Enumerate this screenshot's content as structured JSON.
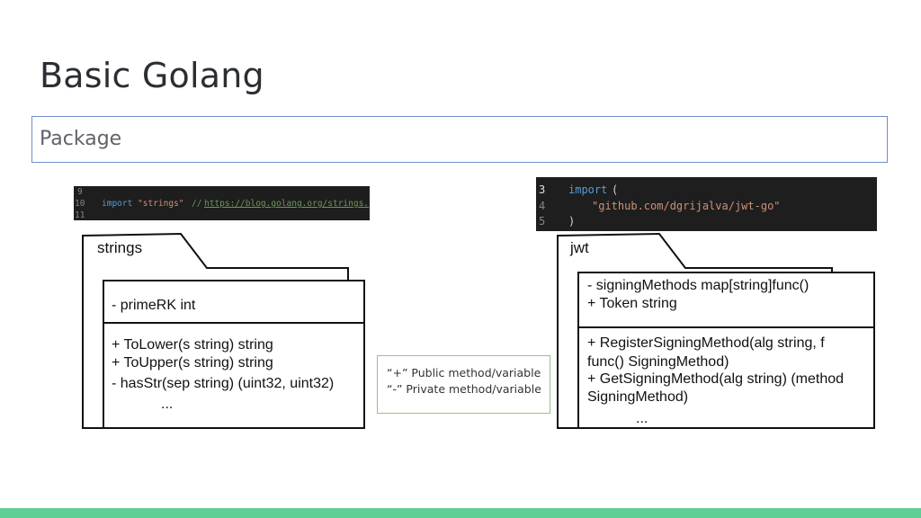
{
  "slide": {
    "title": "Basic Golang",
    "subtitle": "Package"
  },
  "code_left": {
    "lines": [
      {
        "num": "9",
        "text": ""
      },
      {
        "num": "10",
        "keyword": "import",
        "string": "\"strings\"",
        "comment": "//",
        "url": "https://blog.golang.org/strings."
      },
      {
        "num": "11",
        "text": ""
      }
    ]
  },
  "code_right": {
    "lines": [
      {
        "num": "3",
        "keyword": "import",
        "punct": "("
      },
      {
        "num": "4",
        "string": "\"github.com/dgrijalva/jwt-go\""
      },
      {
        "num": "5",
        "punct": ")"
      }
    ]
  },
  "left_package": {
    "name": "strings",
    "fields": [
      "- primeRK int"
    ],
    "methods": [
      "+ ToLower(s string) string",
      "+ ToUpper(s string) string",
      "- hasStr(sep string) (uint32, uint32)"
    ],
    "ellipsis": "..."
  },
  "right_package": {
    "name": "jwt",
    "fields": [
      "- signingMethods map[string]func()",
      "+ Token string"
    ],
    "methods": [
      "+ RegisterSigningMethod(alg string, f",
      "func() SigningMethod)",
      "+ GetSigningMethod(alg string) (method",
      "SigningMethod)"
    ],
    "ellipsis": "..."
  },
  "legend": {
    "public": "“+” Public method/variable",
    "private": "“-”  Private method/variable"
  },
  "colors": {
    "footer_bar": "#5fcf97",
    "subtitle_border": "#6f8fc9",
    "legend_border": "#93c47d",
    "code_bg": "#1e1e1e"
  }
}
